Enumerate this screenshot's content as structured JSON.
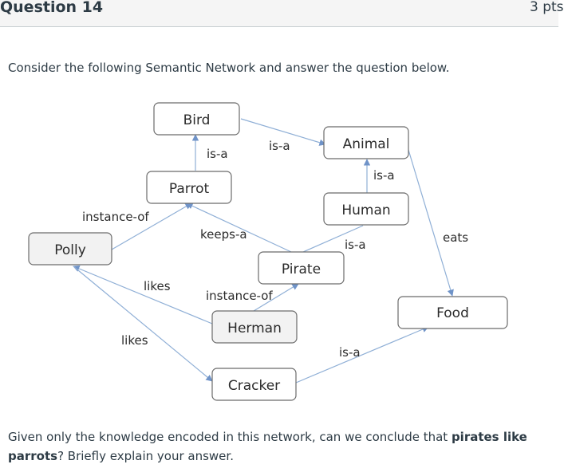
{
  "header": {
    "title": "Question 14",
    "points": "3 pts"
  },
  "prompt": "Consider the following Semantic Network and answer the question below.",
  "network": {
    "nodes": {
      "bird": "Bird",
      "animal": "Animal",
      "parrot": "Parrot",
      "human": "Human",
      "polly": "Polly",
      "pirate": "Pirate",
      "herman": "Herman",
      "food": "Food",
      "cracker": "Cracker"
    },
    "edges": {
      "parrot_bird": "is-a",
      "bird_animal": "is-a",
      "human_animal": "is-a",
      "polly_parrot": "instance-of",
      "pirate_parrot": "keeps-a",
      "pirate_human": "is-a",
      "animal_food": "eats",
      "herman_polly": "likes",
      "herman_pirate": "instance-of",
      "polly_cracker": "likes",
      "cracker_food": "is-a"
    }
  },
  "question": {
    "text_before": "Given only the knowledge encoded in this network, can we conclude that ",
    "emphasis": "pirates like parrots",
    "text_after": "? Briefly explain your answer."
  }
}
